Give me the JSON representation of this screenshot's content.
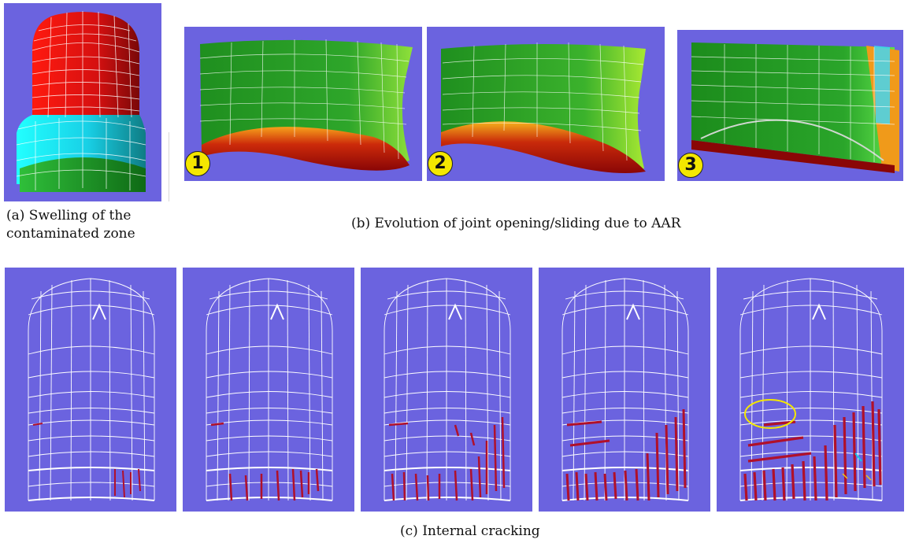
{
  "figure": {
    "caption_a": "(a) Swelling of the contaminated zone",
    "caption_b": "(b) Evolution of joint opening/sliding due to AAR",
    "caption_c": "(c) Internal cracking",
    "stage_badges": [
      "1",
      "2",
      "3"
    ]
  },
  "colors": {
    "background": "#6b63df",
    "mesh": "#ffffff",
    "swelling_top": "#d61010",
    "swelling_band": "#19e6e6",
    "crack": "#b0102a",
    "highlight_ring": "#f4e700"
  }
}
